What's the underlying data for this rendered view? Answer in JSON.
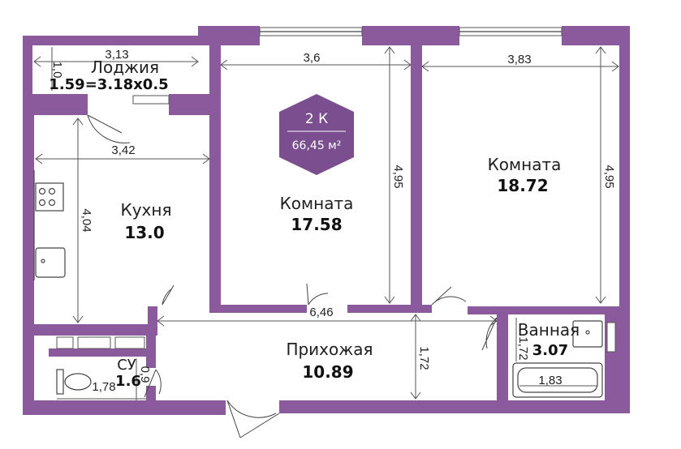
{
  "badge": {
    "rooms": "2 К",
    "area": "66,45 м²"
  },
  "rooms": {
    "loggia": {
      "name": "Лоджия",
      "area": "1.59=3.18x0.5"
    },
    "kitchen": {
      "name": "Кухня",
      "area": "13.0"
    },
    "room1": {
      "name": "Комната",
      "area": "17.58"
    },
    "room2": {
      "name": "Комната",
      "area": "18.72"
    },
    "hall": {
      "name": "Прихожая",
      "area": "10.89"
    },
    "bath": {
      "name": "Ванная",
      "area": "3.07"
    },
    "wc": {
      "name": "СУ",
      "area": "1.6"
    }
  },
  "dims": {
    "loggia_w": "3,13",
    "loggia_h": "1,0",
    "kitchen_w": "3,42",
    "kitchen_h": "4,04",
    "room1_w": "3,6",
    "room1_h": "4,95",
    "room2_w": "3,83",
    "room2_h": "4,95",
    "hall_w": "6,46",
    "hall_h": "1,72",
    "bath_h": "1,72",
    "bath_tub": "1,83",
    "wc_w": "1,78",
    "wc_h": "0,9"
  },
  "colors": {
    "wall": "#8a5a9c",
    "badge": "#7a4e8f"
  }
}
